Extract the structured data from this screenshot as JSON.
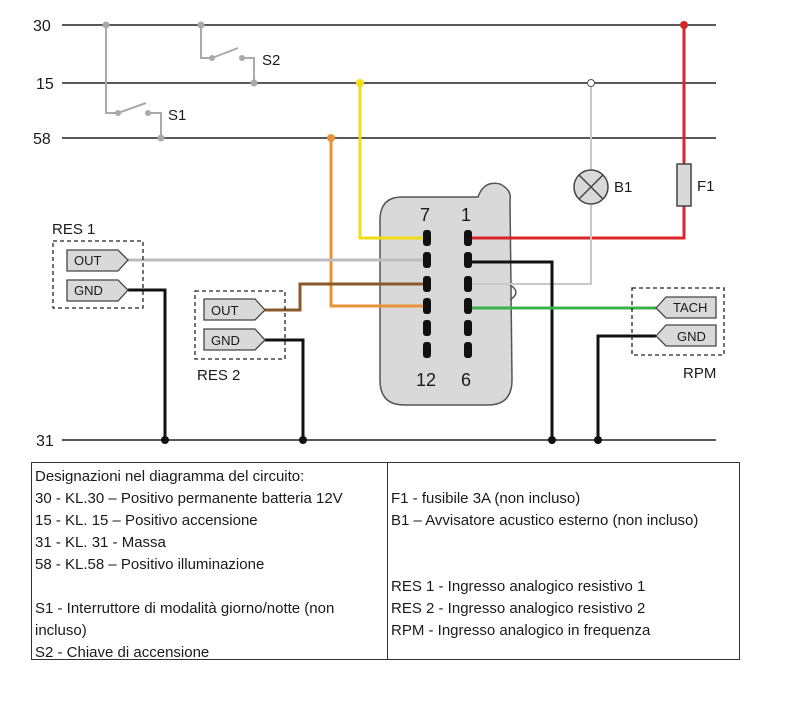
{
  "bus_labels": {
    "b30": "30",
    "b15": "15",
    "b58": "58",
    "b31": "31"
  },
  "components": {
    "s1": "S1",
    "s2": "S2",
    "b1": "B1",
    "f1": "F1"
  },
  "connector": {
    "pin_top_left": "7",
    "pin_top_right": "1",
    "pin_bottom_left": "12",
    "pin_bottom_right": "6"
  },
  "res1": {
    "title": "RES 1",
    "out": "OUT",
    "gnd": "GND"
  },
  "res2": {
    "title": "RES 2",
    "out": "OUT",
    "gnd": "GND"
  },
  "rpm": {
    "title": "RPM",
    "tach": "TACH",
    "gnd": "GND"
  },
  "legend": {
    "left": [
      "Designazioni nel diagramma del circuito:",
      "30 - KL.30 – Positivo permanente batteria 12V",
      "15 - KL. 15 – Positivo accensione",
      "31 - KL. 31 - Massa",
      "58 - KL.58 – Positivo illuminazione",
      "",
      "S1 - Interruttore di modalità giorno/notte (non incluso)",
      "S2 - Chiave di accensione"
    ],
    "right": [
      "",
      "F1 - fusibile 3A (non incluso)",
      "B1 – Avvisatore acustico esterno (non incluso)",
      "",
      "",
      "RES 1 - Ingresso analogico resistivo 1",
      "RES 2 - Ingresso analogico resistivo 2",
      "RPM - Ingresso analogico in frequenza"
    ]
  },
  "colors": {
    "red": "#d9262b",
    "yellow": "#f2dc15",
    "orange": "#e8923a",
    "brown": "#8b5a2b",
    "green": "#3cb14a",
    "gray": "#bdbdbd",
    "black": "#111111",
    "connector": "#d9d9d9"
  }
}
